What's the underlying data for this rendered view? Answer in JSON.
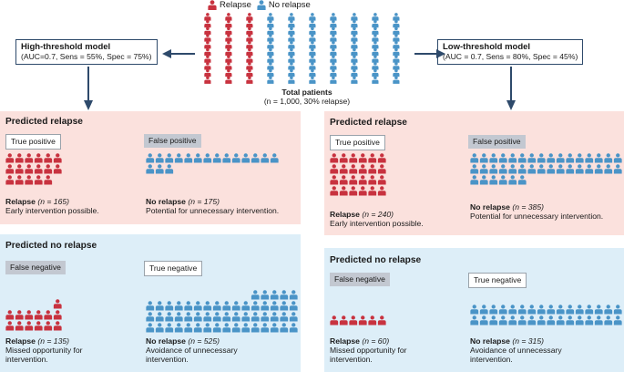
{
  "colors": {
    "relapse": "#c8323f",
    "no_relapse": "#4a94c7",
    "arrow": "#2e4a6b",
    "pink_panel": "#fbe1dd",
    "blue_panel": "#ddeef8",
    "tag_grey": "#c3c8d1"
  },
  "icons": {
    "person": "person-icon"
  },
  "legend": {
    "relapse_label": "Relapse",
    "no_relapse_label": "No relapse"
  },
  "total": {
    "label": "Total patients",
    "detail": "(n = 1,000, 30% relapse)",
    "relapse_icons": 30,
    "no_relapse_icons": 70
  },
  "high_model": {
    "title": "High-threshold model",
    "detail": "(AUC=0.7, Sens = 55%, Spec = 75%)"
  },
  "low_model": {
    "title": "Low-threshold model",
    "detail": "(AUC = 0.7, Sens = 80%, Spec = 45%)"
  },
  "high": {
    "predicted_relapse": {
      "title": "Predicted relapse",
      "tp": {
        "tag": "True positive",
        "label": "Relapse",
        "n": "(n = 165)",
        "desc": "Early intervention possible.",
        "icons": 17
      },
      "fp": {
        "tag": "False positive",
        "label": "No relapse",
        "n": "(n = 175)",
        "desc": "Potential for unnecessary intervention.",
        "icons": 17
      }
    },
    "predicted_no_relapse": {
      "title": "Predicted no relapse",
      "fn": {
        "tag": "False negative",
        "label": "Relapse",
        "n": "(n = 135)",
        "desc1": "Missed opportunity for",
        "desc2": "intervention.",
        "icons": 13
      },
      "tn": {
        "tag": "True negative",
        "label": "No relapse",
        "n": "(n = 525)",
        "desc1": "Avoidance of unnecessary",
        "desc2": "intervention.",
        "icons": 53
      }
    }
  },
  "low": {
    "predicted_relapse": {
      "title": "Predicted relapse",
      "tp": {
        "tag": "True positive",
        "label": "Relapse",
        "n": "(n = 240)",
        "desc": "Early intervention possible.",
        "icons": 24
      },
      "fp": {
        "tag": "False positive",
        "label": "No relapse",
        "n": "(n = 385)",
        "desc": "Potential for unnecessary intervention.",
        "icons": 38
      }
    },
    "predicted_no_relapse": {
      "title": "Predicted no relapse",
      "fn": {
        "tag": "False negative",
        "label": "Relapse",
        "n": "(n = 60)",
        "desc1": "Missed opportunity for",
        "desc2": "intervention.",
        "icons": 6
      },
      "tn": {
        "tag": "True negative",
        "label": "No relapse",
        "n": "(n = 315)",
        "desc1": "Avoidance of unnecessary",
        "desc2": "intervention.",
        "icons": 32
      }
    }
  }
}
